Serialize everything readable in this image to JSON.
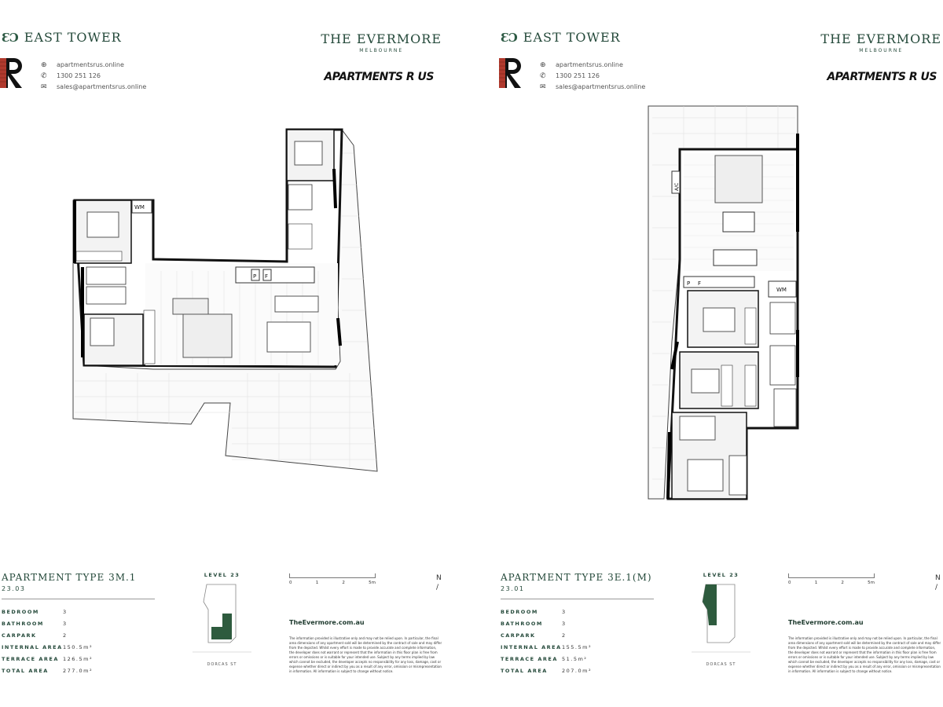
{
  "sheets": [
    {
      "tower": "EAST TOWER",
      "brand_title": "THE EVERMORE",
      "brand_sub": "MELBOURNE",
      "contact_1": "apartmentsrus.online",
      "contact_2": "1300 251 126",
      "contact_3": "sales@apartmentsrus.online",
      "agency": "APARTMENTS R US",
      "apartment_type": "APARTMENT TYPE 3M.1",
      "unit": "23.03",
      "specs": [
        {
          "k": "BEDROOM",
          "v": "3"
        },
        {
          "k": "BATHROOM",
          "v": "3"
        },
        {
          "k": "CARPARK",
          "v": "2"
        },
        {
          "k": "INTERNAL AREA",
          "v": "150.5m²"
        },
        {
          "k": "TERRACE AREA",
          "v": "126.5m²"
        },
        {
          "k": "TOTAL AREA",
          "v": "277.0m²"
        }
      ],
      "level": "LEVEL 23",
      "street": "DORCAS ST",
      "scale": [
        "0",
        "1",
        "2",
        "5m"
      ],
      "north": "N",
      "website": "TheEvermore.com.au",
      "disclaimer": "The information provided is illustrative only and may not be relied upon. In particular, the final area dimensions of any apartment sold will be determined by the contract of sale and may differ from the depicted. Whilst every effort is made to provide accurate and complete information, the developer does not warrant or represent that the information in this floor plan is free from errors or omissions or is suitable for your intended use. Subject by any terms implied by law which cannot be excluded, the developer accepts no responsibility for any loss, damage, cost or expense whether direct or indirect by you as a result of any error, omission or misrepresentation in information. All information is subject to change without notice.",
      "labels": {
        "wm": "WM",
        "p": "P",
        "f": "F"
      }
    },
    {
      "tower": "EAST TOWER",
      "brand_title": "THE EVERMORE",
      "brand_sub": "MELBOURNE",
      "contact_1": "apartmentsrus.online",
      "contact_2": "1300 251 126",
      "contact_3": "sales@apartmentsrus.online",
      "agency": "APARTMENTS R US",
      "apartment_type": "APARTMENT TYPE 3E.1(M)",
      "unit": "23.01",
      "specs": [
        {
          "k": "BEDROOM",
          "v": "3"
        },
        {
          "k": "BATHROOM",
          "v": "3"
        },
        {
          "k": "CARPARK",
          "v": "2"
        },
        {
          "k": "INTERNAL AREA",
          "v": "155.5m²"
        },
        {
          "k": "TERRACE AREA",
          "v": "51.5m²"
        },
        {
          "k": "TOTAL AREA",
          "v": "207.0m²"
        }
      ],
      "level": "LEVEL 23",
      "street": "DORCAS ST",
      "scale": [
        "0",
        "1",
        "2",
        "5m"
      ],
      "north": "N",
      "website": "TheEvermore.com.au",
      "disclaimer": "The information provided is illustrative only and may not be relied upon. In particular, the final area dimensions of any apartment sold will be determined by the contract of sale and may differ from the depicted. Whilst every effort is made to provide accurate and complete information, the developer does not warrant or represent that the information in this floor plan is free from errors or omissions or is suitable for your intended use. Subject by any terms implied by law which cannot be excluded, the developer accepts no responsibility for any loss, damage, cost or expense whether direct or indirect by you as a result of any error, omission or misrepresentation in information. All information is subject to change without notice.",
      "labels": {
        "wm": "WM",
        "p": "P",
        "f": "F",
        "ac": "A/C"
      }
    }
  ],
  "colors": {
    "brand_green": "#24493a",
    "highlight_green": "#2e5b3e",
    "agency_red": "#c0392b"
  }
}
